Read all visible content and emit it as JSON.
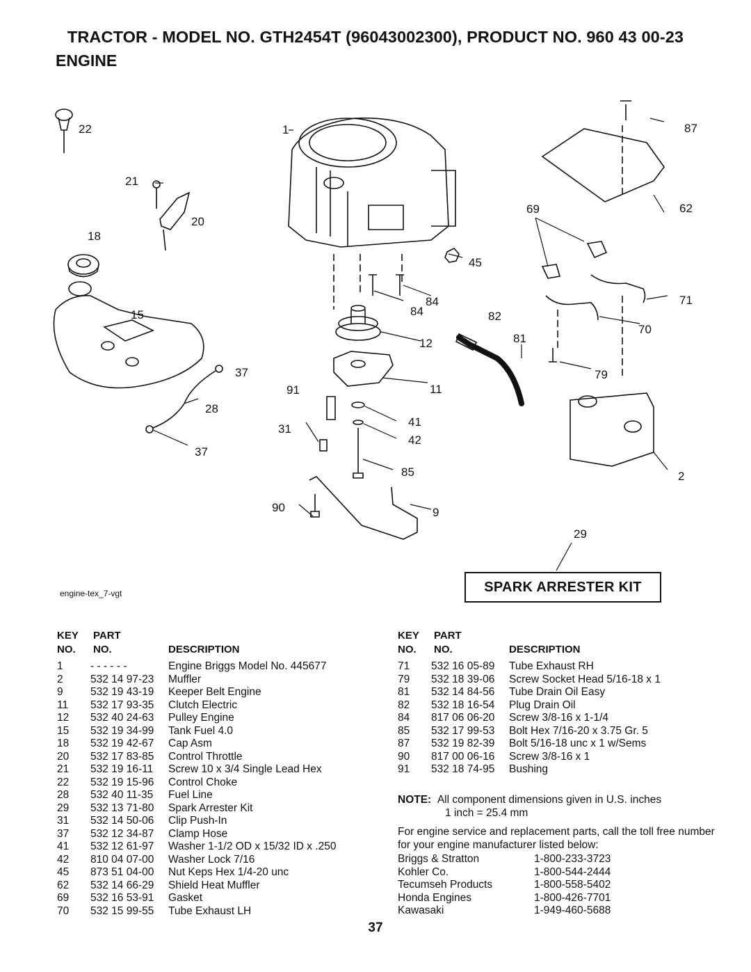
{
  "header": {
    "title": "TRACTOR - MODEL NO. GTH2454T (96043002300), PRODUCT NO. 960 43 00-23",
    "section": "ENGINE"
  },
  "diagram": {
    "figure_id": "engine-tex_7-vgt",
    "kit_label": "SPARK ARRESTER KIT",
    "callouts": [
      "22",
      "1",
      "87",
      "21",
      "20",
      "69",
      "62",
      "18",
      "45",
      "84",
      "84",
      "82",
      "71",
      "15",
      "12",
      "81",
      "70",
      "37",
      "79",
      "91",
      "11",
      "28",
      "41",
      "31",
      "42",
      "37",
      "85",
      "2",
      "90",
      "9",
      "29"
    ]
  },
  "table_headers": {
    "key": "KEY",
    "part": "PART",
    "no_key": "NO.",
    "no_part": "NO.",
    "description": "DESCRIPTION"
  },
  "parts_left": [
    {
      "key": "1",
      "part": "- - - - - -",
      "desc": "Engine Briggs Model No. 445677"
    },
    {
      "key": "2",
      "part": "532 14 97-23",
      "desc": "Muffler"
    },
    {
      "key": "9",
      "part": "532 19 43-19",
      "desc": "Keeper Belt Engine"
    },
    {
      "key": "11",
      "part": "532 17 93-35",
      "desc": "Clutch Electric"
    },
    {
      "key": "12",
      "part": "532 40 24-63",
      "desc": "Pulley Engine"
    },
    {
      "key": "15",
      "part": "532 19 34-99",
      "desc": "Tank Fuel 4.0"
    },
    {
      "key": "18",
      "part": "532 19 42-67",
      "desc": "Cap Asm"
    },
    {
      "key": "20",
      "part": "532 17 83-85",
      "desc": "Control Throttle"
    },
    {
      "key": "21",
      "part": "532 19 16-11",
      "desc": "Screw 10 x 3/4 Single Lead Hex"
    },
    {
      "key": "22",
      "part": "532 19 15-96",
      "desc": "Control Choke"
    },
    {
      "key": "28",
      "part": "532 40 11-35",
      "desc": "Fuel Line"
    },
    {
      "key": "29",
      "part": "532 13 71-80",
      "desc": "Spark Arrester Kit"
    },
    {
      "key": "31",
      "part": "532 14 50-06",
      "desc": "Clip Push-In"
    },
    {
      "key": "37",
      "part": "532 12 34-87",
      "desc": "Clamp Hose"
    },
    {
      "key": "41",
      "part": "532 12 61-97",
      "desc": "Washer 1-1/2 OD x 15/32 ID x .250"
    },
    {
      "key": "42",
      "part": "810 04 07-00",
      "desc": "Washer Lock 7/16"
    },
    {
      "key": "45",
      "part": "873 51 04-00",
      "desc": "Nut Keps Hex 1/4-20 unc"
    },
    {
      "key": "62",
      "part": "532 14 66-29",
      "desc": "Shield Heat Muffler"
    },
    {
      "key": "69",
      "part": "532 16 53-91",
      "desc": "Gasket"
    },
    {
      "key": "70",
      "part": "532 15 99-55",
      "desc": "Tube Exhaust LH"
    }
  ],
  "parts_right": [
    {
      "key": "71",
      "part": "532 16 05-89",
      "desc": "Tube Exhaust RH"
    },
    {
      "key": "79",
      "part": "532 18 39-06",
      "desc": "Screw Socket Head 5/16-18 x 1"
    },
    {
      "key": "81",
      "part": "532 14 84-56",
      "desc": "Tube Drain Oil Easy"
    },
    {
      "key": "82",
      "part": "532 18 16-54",
      "desc": "Plug Drain Oil"
    },
    {
      "key": "84",
      "part": "817 06 06-20",
      "desc": "Screw 3/8-16 x 1-1/4"
    },
    {
      "key": "85",
      "part": "532 17 99-53",
      "desc": "Bolt Hex 7/16-20 x 3.75 Gr. 5"
    },
    {
      "key": "87",
      "part": "532 19 82-39",
      "desc": "Bolt 5/16-18 unc x 1 w/Sems"
    },
    {
      "key": "90",
      "part": "817 00 06-16",
      "desc": "Screw 3/8-16 x 1"
    },
    {
      "key": "91",
      "part": "532 18 74-95",
      "desc": "Bushing"
    }
  ],
  "note": {
    "label": "NOTE:",
    "line1": "All component dimensions given in U.S. inches",
    "line2": "1 inch = 25.4 mm"
  },
  "contact_text": "For engine service and replacement parts, call the toll free number for your engine manufacturer listed below:",
  "manufacturers": [
    {
      "name": "Briggs & Stratton",
      "phone": "1-800-233-3723"
    },
    {
      "name": "Kohler Co.",
      "phone": "1-800-544-2444"
    },
    {
      "name": "Tecumseh Products",
      "phone": "1-800-558-5402"
    },
    {
      "name": "Honda Engines",
      "phone": "1-800-426-7701"
    },
    {
      "name": "Kawasaki",
      "phone": "1-949-460-5688"
    }
  ],
  "page_number": "37"
}
